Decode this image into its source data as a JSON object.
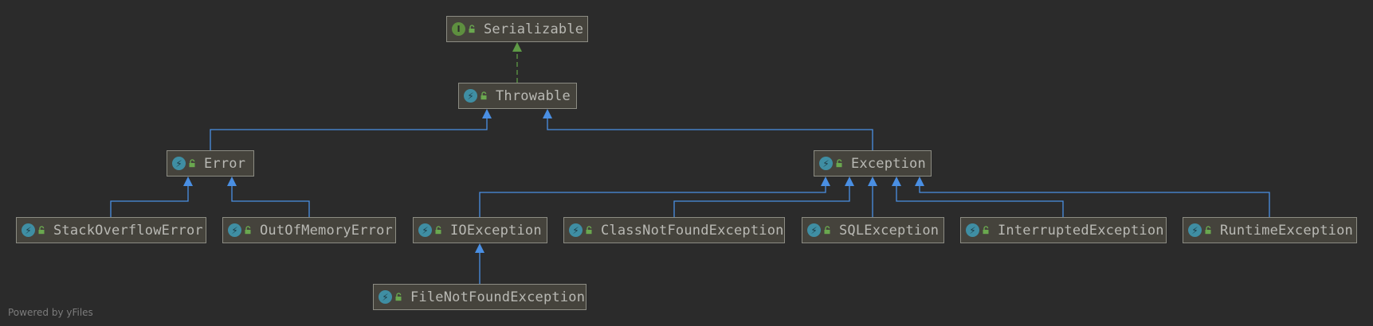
{
  "colors": {
    "background": "#2b2b2b",
    "node_fill": "#45433c",
    "node_border": "#8c8c83",
    "node_text": "#b9b9b4",
    "extends_edge": "#4a8fe3",
    "implements_edge": "#5e9a46",
    "interface_badge": "#5e8f3f",
    "class_badge": "#3f8ea3",
    "footer_text": "#7c7c7c"
  },
  "nodes": [
    {
      "id": "serializable",
      "label": "Serializable",
      "kind": "interface",
      "badge_icon": "interface-icon",
      "badge_glyph": "I"
    },
    {
      "id": "throwable",
      "label": "Throwable",
      "kind": "class",
      "badge_icon": "exception-class-icon",
      "badge_glyph": "⚡"
    },
    {
      "id": "error",
      "label": "Error",
      "kind": "class",
      "badge_icon": "exception-class-icon",
      "badge_glyph": "⚡"
    },
    {
      "id": "exception",
      "label": "Exception",
      "kind": "class",
      "badge_icon": "exception-class-icon",
      "badge_glyph": "⚡"
    },
    {
      "id": "stackoverflowerror",
      "label": "StackOverflowError",
      "kind": "class",
      "badge_icon": "exception-class-icon",
      "badge_glyph": "⚡"
    },
    {
      "id": "outofmemoryerror",
      "label": "OutOfMemoryError",
      "kind": "class",
      "badge_icon": "exception-class-icon",
      "badge_glyph": "⚡"
    },
    {
      "id": "ioexception",
      "label": "IOException",
      "kind": "class",
      "badge_icon": "exception-class-icon",
      "badge_glyph": "⚡"
    },
    {
      "id": "classnotfoundexception",
      "label": "ClassNotFoundException",
      "kind": "class",
      "badge_icon": "exception-class-icon",
      "badge_glyph": "⚡"
    },
    {
      "id": "sqlexception",
      "label": "SQLException",
      "kind": "class",
      "badge_icon": "exception-class-icon",
      "badge_glyph": "⚡"
    },
    {
      "id": "interruptedexception",
      "label": "InterruptedException",
      "kind": "class",
      "badge_icon": "exception-class-icon",
      "badge_glyph": "⚡"
    },
    {
      "id": "runtimeexception",
      "label": "RuntimeException",
      "kind": "class",
      "badge_icon": "exception-class-icon",
      "badge_glyph": "⚡"
    },
    {
      "id": "filenotfoundexception",
      "label": "FileNotFoundException",
      "kind": "class",
      "badge_icon": "exception-class-icon",
      "badge_glyph": "⚡"
    }
  ],
  "edges": [
    {
      "from": "throwable",
      "to": "serializable",
      "type": "implements"
    },
    {
      "from": "error",
      "to": "throwable",
      "type": "extends"
    },
    {
      "from": "exception",
      "to": "throwable",
      "type": "extends"
    },
    {
      "from": "stackoverflowerror",
      "to": "error",
      "type": "extends"
    },
    {
      "from": "outofmemoryerror",
      "to": "error",
      "type": "extends"
    },
    {
      "from": "ioexception",
      "to": "exception",
      "type": "extends"
    },
    {
      "from": "classnotfoundexception",
      "to": "exception",
      "type": "extends"
    },
    {
      "from": "sqlexception",
      "to": "exception",
      "type": "extends"
    },
    {
      "from": "interruptedexception",
      "to": "exception",
      "type": "extends"
    },
    {
      "from": "runtimeexception",
      "to": "exception",
      "type": "extends"
    },
    {
      "from": "filenotfoundexception",
      "to": "ioexception",
      "type": "extends"
    }
  ],
  "footer": {
    "text": "Powered by yFiles"
  }
}
